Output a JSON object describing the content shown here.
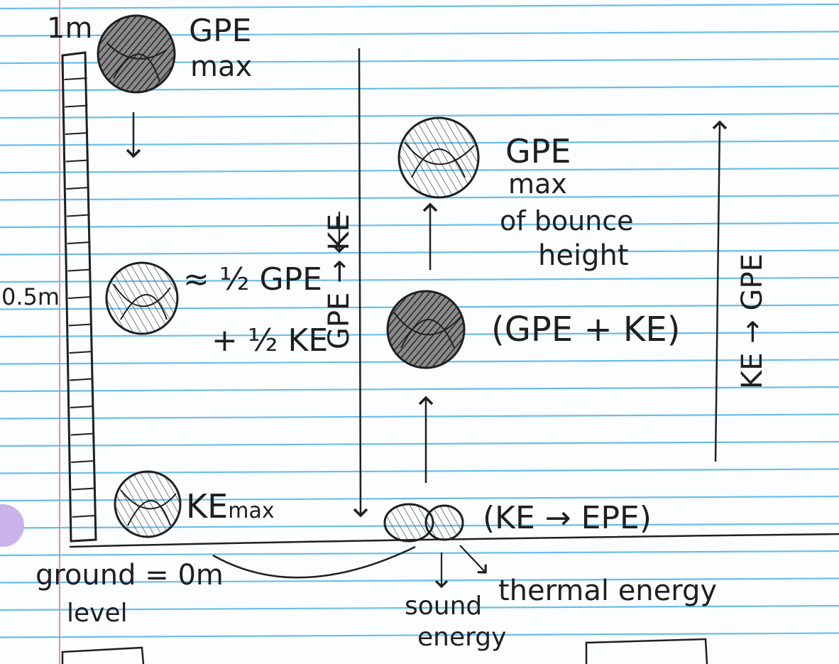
{
  "colors": {
    "rule_line": "#5bb8e6",
    "margin_line": "#e58f99",
    "ink": "#1f1f1f",
    "hole": "#c9b3ea"
  },
  "icons": [
    "ball-icon",
    "arrow-icon",
    "binder-hole-icon"
  ],
  "labels": {
    "height_top": "1m",
    "height_mid": "0.5m",
    "ground": "ground = 0m",
    "ground_sub": "level",
    "drop_ball_top": "GPE",
    "drop_ball_top_sub": "max",
    "drop_ball_mid_a": "≈ ½ GPE",
    "drop_ball_mid_b": "+ ½ KE",
    "drop_ball_bottom": "KE",
    "drop_ball_bottom_sub": "max",
    "fall_arrow": "GPE → KE",
    "impact": "(KE → EPE)",
    "sound": "sound",
    "sound_sub": "energy",
    "thermal": "thermal energy",
    "bounce_mid": "(GPE + KE)",
    "bounce_top": "GPE",
    "bounce_top_sub": "max",
    "bounce_top_note": "of bounce",
    "bounce_top_note2": "height",
    "rise_arrow": "KE → GPE"
  }
}
